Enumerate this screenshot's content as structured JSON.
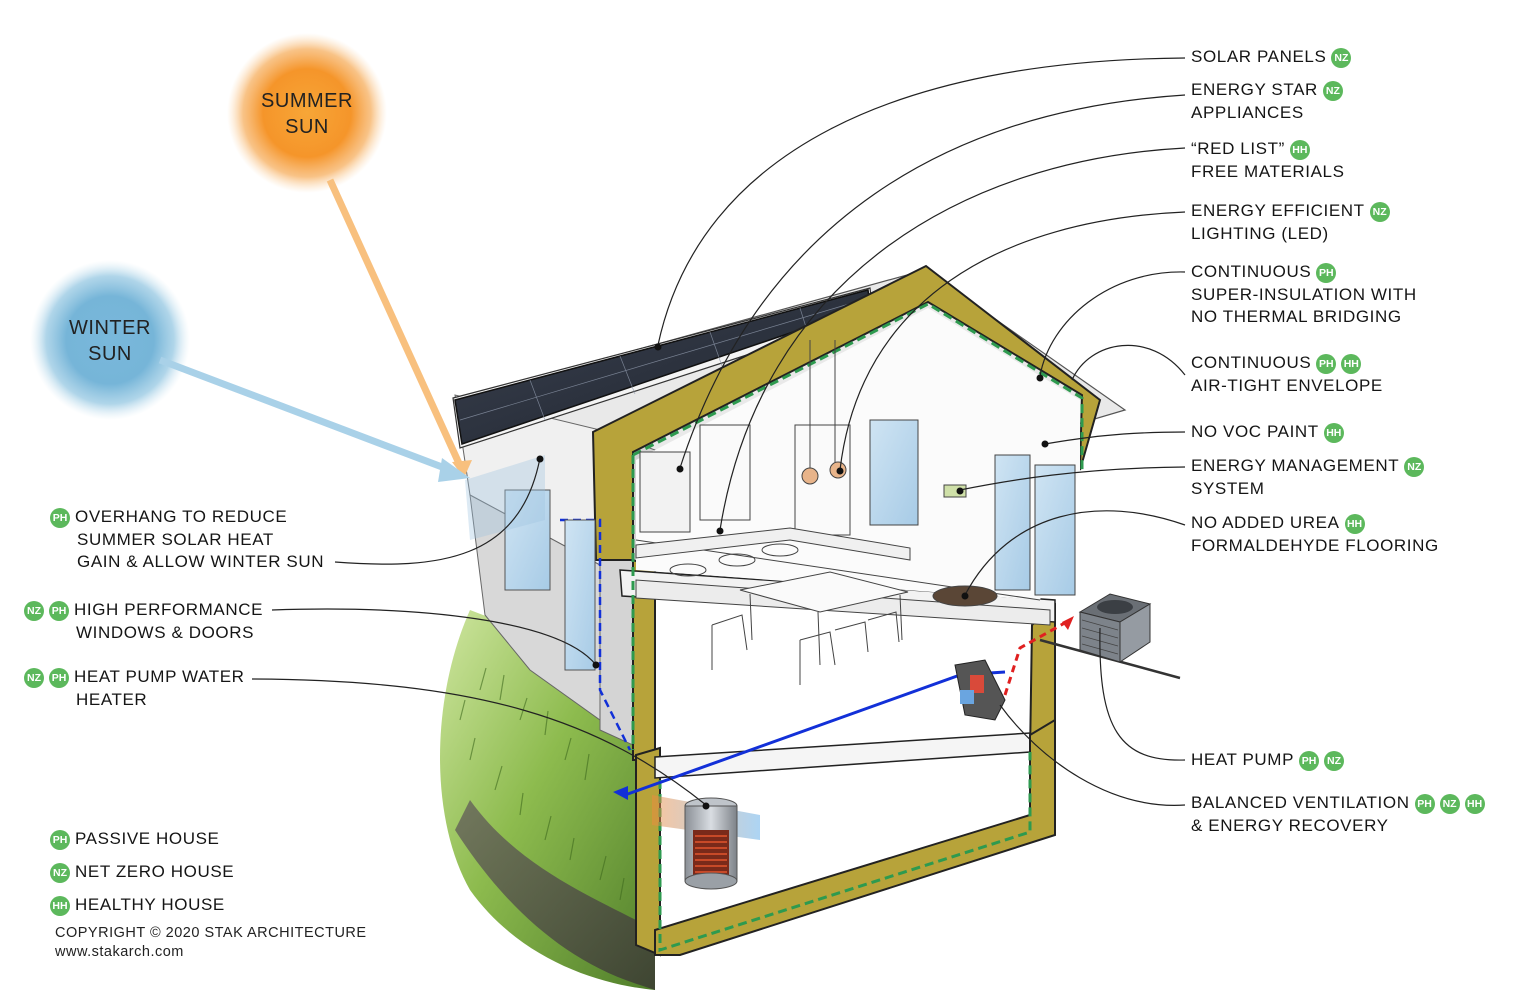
{
  "suns": {
    "summer": [
      "SUMMER",
      "SUN"
    ],
    "winter": [
      "WINTER",
      "SUN"
    ]
  },
  "badges": {
    "ph": "PH",
    "nz": "NZ",
    "hh": "HH"
  },
  "colors": {
    "badge_green": "#5cb85c",
    "wall_olive": "#b7a33a",
    "summer_sun": "#f39a1e",
    "winter_sun": "#6fb3d6",
    "air_barrier": "#2e9a4f",
    "cold_line": "#1230d8",
    "hot_line": "#e02020"
  },
  "right_labels": [
    {
      "lines": [
        "SOLAR PANELS"
      ],
      "badges": [
        "nz"
      ]
    },
    {
      "lines": [
        "ENERGY STAR",
        "APPLIANCES"
      ],
      "badges": [
        "nz"
      ]
    },
    {
      "lines": [
        "“RED LIST”",
        "FREE MATERIALS"
      ],
      "badges": [
        "hh"
      ]
    },
    {
      "lines": [
        "ENERGY EFFICIENT",
        "LIGHTING (LED)"
      ],
      "badges": [
        "nz"
      ]
    },
    {
      "lines": [
        "CONTINUOUS",
        "SUPER-INSULATION WITH",
        "NO THERMAL BRIDGING"
      ],
      "badges": [
        "ph"
      ]
    },
    {
      "lines": [
        "CONTINUOUS",
        "AIR-TIGHT ENVELOPE"
      ],
      "badges": [
        "ph",
        "hh"
      ]
    },
    {
      "lines": [
        "NO VOC PAINT"
      ],
      "badges": [
        "hh"
      ]
    },
    {
      "lines": [
        "ENERGY MANAGEMENT",
        "SYSTEM"
      ],
      "badges": [
        "nz"
      ]
    },
    {
      "lines": [
        "NO ADDED UREA",
        "FORMALDEHYDE FLOORING"
      ],
      "badges": [
        "hh"
      ]
    },
    {
      "lines": [
        "HEAT PUMP"
      ],
      "badges": [
        "ph",
        "nz"
      ]
    },
    {
      "lines": [
        "BALANCED VENTILATION",
        "& ENERGY RECOVERY"
      ],
      "badges": [
        "ph",
        "nz",
        "hh"
      ]
    }
  ],
  "left_labels": [
    {
      "lines": [
        "OVERHANG TO REDUCE",
        "SUMMER SOLAR HEAT",
        "GAIN & ALLOW WINTER SUN"
      ],
      "badges": [
        "ph"
      ]
    },
    {
      "lines": [
        "HIGH PERFORMANCE",
        "WINDOWS & DOORS"
      ],
      "badges": [
        "nz",
        "ph"
      ]
    },
    {
      "lines": [
        "HEAT PUMP WATER",
        "HEATER"
      ],
      "badges": [
        "nz",
        "ph"
      ]
    }
  ],
  "legend": [
    {
      "badge": "ph",
      "label": "PASSIVE HOUSE"
    },
    {
      "badge": "nz",
      "label": "NET ZERO HOUSE"
    },
    {
      "badge": "hh",
      "label": "HEALTHY HOUSE"
    }
  ],
  "copyright": [
    "COPYRIGHT © 2020 STAK ARCHITECTURE",
    "www.stakarch.com"
  ]
}
